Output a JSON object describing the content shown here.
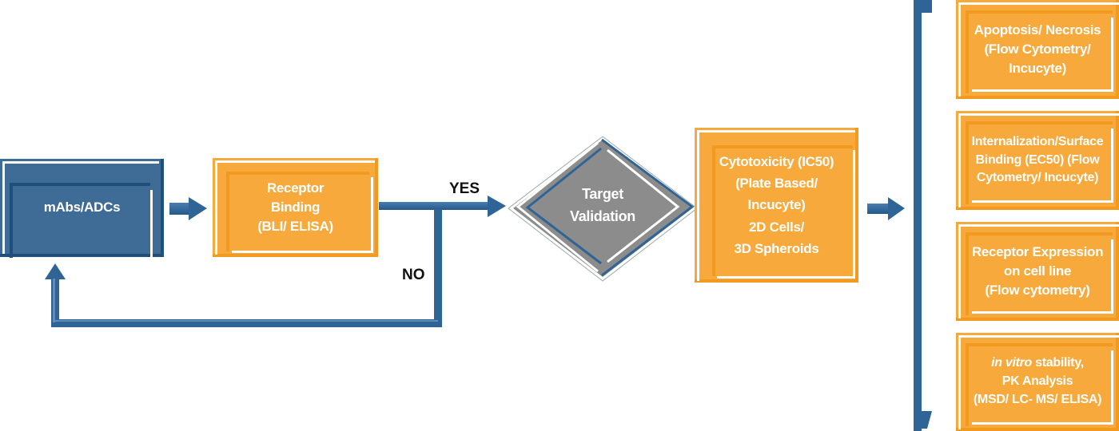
{
  "diagram": {
    "type": "flowchart",
    "colors": {
      "blue": "#3f6b97",
      "blue_dark": "#1f4f7b",
      "orange": "#f7a93b",
      "orange_dark": "#f29a1f",
      "gray": "#8c8c8c",
      "connector": "#2f6596",
      "label": "#111111"
    },
    "nodes": {
      "start": {
        "label": "mAbs/ADCs"
      },
      "receptor_binding": {
        "lines": [
          "Receptor",
          "Binding",
          "(BLI/ ELISA)"
        ]
      },
      "target_validation": {
        "lines": [
          "Target",
          "Validation"
        ]
      },
      "cytotoxicity": {
        "lines": [
          "Cytotoxicity (IC50)",
          "(Plate Based/",
          "Incucyte)",
          "2D Cells/",
          "3D Spheroids"
        ]
      },
      "outcomes": [
        {
          "lines": [
            "Apoptosis/ Necrosis",
            "(Flow Cytometry/",
            "Incucyte)"
          ]
        },
        {
          "lines": [
            "Internalization/Surface",
            "Binding (EC50) (Flow",
            "Cytometry/ Incucyte)"
          ]
        },
        {
          "lines": [
            "Receptor Expression",
            "on cell line",
            "(Flow cytometry)"
          ]
        },
        {
          "italic_prefix": "in vitro",
          "lines": [
            " stability,",
            "PK Analysis",
            "(MSD/ LC- MS/ ELISA)"
          ]
        }
      ]
    },
    "edges": {
      "yes_label": "YES",
      "no_label": "NO"
    }
  }
}
